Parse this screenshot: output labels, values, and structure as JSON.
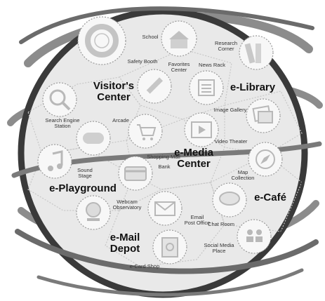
{
  "zones": {
    "visitors_center": {
      "line1": "Visitor's",
      "line2": "Center"
    },
    "e_library": {
      "line1": "e-Library"
    },
    "e_media_center": {
      "line1": "e-Media",
      "line2": "Center"
    },
    "e_playground": {
      "line1": "e-Playground"
    },
    "e_cafe": {
      "line1": "e-Café"
    },
    "e_mail_depot": {
      "line1": "e-Mail",
      "line2": "Depot"
    }
  },
  "places": {
    "school": "School",
    "safety_booth": "Safety Booth",
    "favorites_center": {
      "line1": "Favorites",
      "line2": "Center"
    },
    "news_rack": "News Rack",
    "research_corner": {
      "line1": "Research",
      "line2": "Corner"
    },
    "search_engine_station": {
      "line1": "Search Engine",
      "line2": "Station"
    },
    "arcade": "Arcade",
    "image_gallery": "Image Gallery",
    "video_theater": "Video Theater",
    "shopping_mall": "Shopping Mall",
    "bank": "Bank",
    "sound_stage": {
      "line1": "Sound",
      "line2": "Stage"
    },
    "map_collection": {
      "line1": "Map",
      "line2": "Collection"
    },
    "webcam_observatory": {
      "line1": "Webcam",
      "line2": "Observatory"
    },
    "email_post_office": {
      "line1": "Email",
      "line2": "Post Office"
    },
    "chat_room": "Chat Room",
    "social_media_place": {
      "line1": "Social Media",
      "line2": "Place"
    },
    "ecard_shop": "e-Card Shop"
  },
  "icons": [
    "lifebuoy-icon",
    "school-icon",
    "books-icon",
    "pencil-icon",
    "newspaper-icon",
    "magnifier-icon",
    "gamepad-icon",
    "shopping-cart-icon",
    "film-icon",
    "pictures-icon",
    "music-note-icon",
    "credit-card-icon",
    "compass-icon",
    "webcam-icon",
    "envelope-icon",
    "chat-bubble-icon",
    "social-people-icon",
    "greeting-card-icon"
  ],
  "colors": {
    "globe_fill": "#e9e9e9",
    "globe_rim": "#3a3a3a",
    "ring": "#8c8c8c",
    "ring_dark": "#6b6b6b",
    "icon_circle": "#f7f7f7",
    "icon_stroke": "#9a9a9a",
    "text": "#111111"
  }
}
